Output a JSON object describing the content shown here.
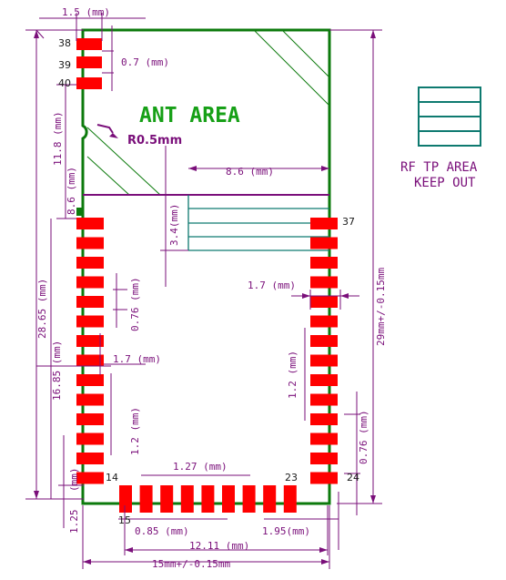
{
  "colors": {
    "outline": "#0c7a0c",
    "pad": "#ff0000",
    "dimension": "#7a0f7a",
    "keepout": "#0e7a70",
    "title": "#17a017"
  },
  "antenna_label": "ANT AREA",
  "radius_label": "R0.5mm",
  "legend": {
    "line1": "RF TP AREA",
    "line2": "KEEP OUT"
  },
  "pin_labels": {
    "p38": "38",
    "p39": "39",
    "p40": "40",
    "p37": "37",
    "p14": "14",
    "p15": "15",
    "p23": "23",
    "p24": "24"
  },
  "dimensions": {
    "pad_pitch_top": "1.5 (mm)",
    "pad_width_top": "0.7 (mm)",
    "left_11_8": "11.8 (mm)",
    "left_8_6": "8.6 (mm)",
    "keepout_width": "8.6 (mm)",
    "keepout_height": "3.4(mm)",
    "right_pad_length": "1.7 (mm)",
    "left_pad_width": "0.76 (mm)",
    "left_pad_length": "1.7 (mm)",
    "left_28_65": "28.65 (mm)",
    "left_16_85": "16.85 (mm)",
    "left_pitch": "1.2 (mm)",
    "right_pitch": "1.2 (mm)",
    "right_pad_width": "0.76 (mm)",
    "total_height": "29mm+/-0.15mm",
    "bottom_pitch": "1.27 (mm)",
    "left_bottom_mm": "(mm)",
    "left_1_25": "1.25",
    "bottom_pad_width": "0.85 (mm)",
    "bottom_right_gap": "1.95(mm)",
    "bottom_row_span": "12.11 (mm)",
    "total_width": "15mm+/-0.15mm"
  }
}
